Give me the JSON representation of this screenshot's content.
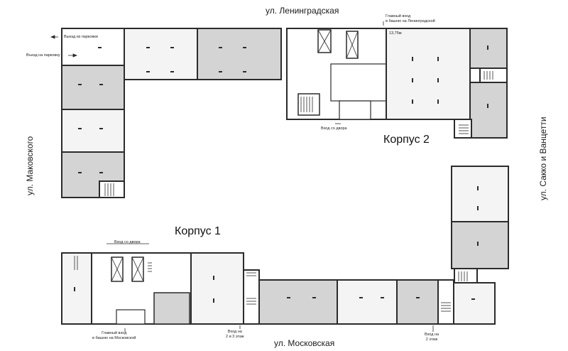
{
  "streets": {
    "north": "ул. Ленинградская",
    "south": "ул. Московская",
    "west": "ул. Маковского",
    "east": "ул. Сакко и Ванцетти"
  },
  "buildings": {
    "korpus1": "Корпус 1",
    "korpus2": "Корпус 2"
  },
  "annotations": {
    "parking_exit": "Выезд из парковки",
    "parking_entry": "Въезд на парковку",
    "main_entrance_north_l1": "Главный вход",
    "main_entrance_north_l2": "в башню на Ленинградской",
    "height_mark": "13,75м",
    "courtyard_entrance_k2": "Вход со двора",
    "courtyard_entrance_k1": "Вход со двора",
    "main_entrance_south_l1": "Главный вход",
    "main_entrance_south_l2": "в башню на Московской",
    "entrance_floors23_l1": "Вход на",
    "entrance_floors23_l2": "2 и 3 этаж",
    "entrance_floor2_l1": "Вход на",
    "entrance_floor2_l2": "2 этаж"
  },
  "colors": {
    "wall": "#2b2b2b",
    "occupied_fill": "#d4d4d4",
    "free_fill": "#f4f4f4",
    "background": "#ffffff"
  }
}
